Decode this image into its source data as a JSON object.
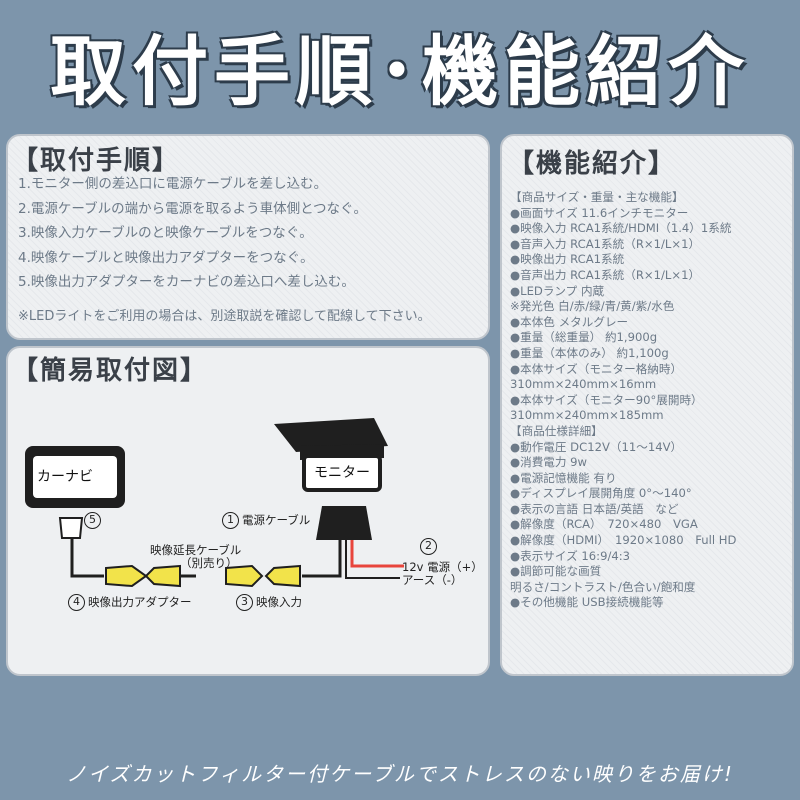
{
  "header": {
    "title": "取付手順･機能紹介"
  },
  "install": {
    "title": "【取付手順】",
    "steps": [
      "1.モニター側の差込口に電源ケーブルを差し込む。",
      "2.電源ケーブルの端から電源を取るよう車体側とつなぐ。",
      "3.映像入力ケーブルのと映像ケーブルをつなぐ。",
      "4.映像ケーブルと映像出力アダプターをつなぐ。",
      "5.映像出力アダプターをカーナビの差込口へ差し込む。"
    ],
    "note": "※LEDライトをご利用の場合は、別途取説を確認して配線して下さい。"
  },
  "diagram": {
    "title": "【簡易取付図】",
    "navi_label": "カーナビ",
    "monitor_label": "モニター",
    "labels": {
      "n1": "1",
      "power_cable": "電源ケーブル",
      "n2": "2",
      "power_12v": "12v 電源（+）",
      "ground": "アース（-）",
      "extension": "映像延長ケーブル",
      "extension_sub": "（別売り）",
      "n3": "3",
      "video_in": "映像入力",
      "n4": "4",
      "video_out_adapter": "映像出力アダプター",
      "n5": "5"
    }
  },
  "features": {
    "title": "【機能紹介】",
    "items": [
      "【商品サイズ・重量・主な機能】",
      "●画面サイズ 11.6インチモニター",
      "●映像入力 RCA1系統/HDMI（1.4）1系統",
      "●音声入力 RCA1系統（R×1/L×1）",
      "●映像出力 RCA1系統",
      "●音声出力 RCA1系統（R×1/L×1）",
      "●LEDランプ 内蔵",
      "※発光色 白/赤/緑/青/黄/紫/水色",
      "●本体色 メタルグレー",
      "●重量（総重量） 約1,900g",
      "●重量（本体のみ） 約1,100g",
      "●本体サイズ（モニター格納時）",
      "310mm×240mm×16mm",
      "●本体サイズ（モニター90°展開時）",
      "310mm×240mm×185mm",
      "【商品仕様詳細】",
      "●動作電圧 DC12V（11～14V）",
      "●消費電力 9w",
      "●電源記憶機能 有り",
      "●ディスプレイ展開角度 0°～140°",
      "●表示の言語 日本語/英語　など",
      "●解像度（RCA）　720×480　VGA",
      "●解像度（HDMI）　1920×1080　Full HD",
      "●表示サイズ 16:9/4:3",
      "●調節可能な画質",
      "明るさ/コントラスト/色合い/飽和度",
      "●その他機能 USB接続機能等"
    ]
  },
  "footer": {
    "tagline": "ノイズカットフィルター付ケーブルでストレスのない映りをお届け!"
  },
  "colors": {
    "background": "#7d95ab",
    "panel": "#eef0f2",
    "text": "#6d7a88",
    "connector": "#f2e34a",
    "power_wire": "#e8453c"
  }
}
